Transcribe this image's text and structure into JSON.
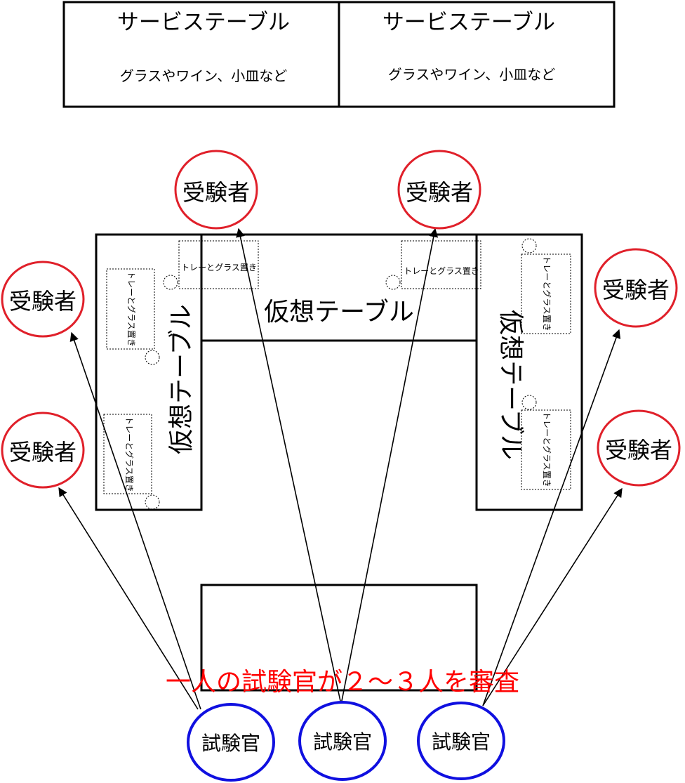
{
  "service_tables": [
    {
      "title": "サービステーブル",
      "subtitle": "グラスやワイン、小皿など"
    },
    {
      "title": "サービステーブル",
      "subtitle": "グラスやワイン、小皿など"
    }
  ],
  "virtual_table": {
    "top_label": "仮想テーブル",
    "left_label": "仮想テーブル",
    "right_label": "仮想テーブル"
  },
  "tray_label": "トレーとグラス置き",
  "examinee_label": "受験者",
  "examiner_label": "試験官",
  "note": "一人の試験官が２～３人を審査",
  "colors": {
    "examinee": "#e0202a",
    "examiner": "#1010e0",
    "note": "#ff0000",
    "line": "#000000"
  }
}
